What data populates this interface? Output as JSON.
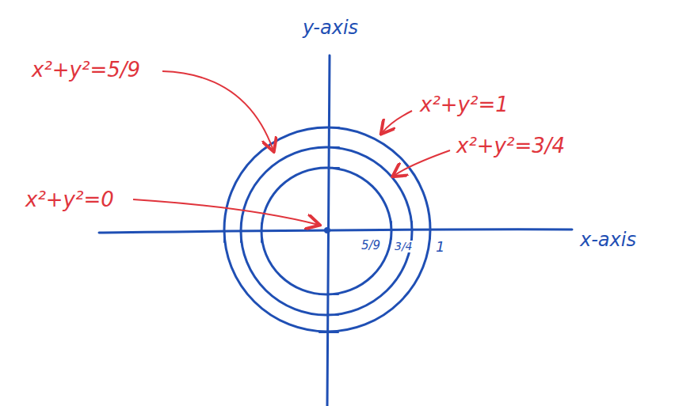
{
  "diagram": {
    "labels": [
      "y-axis",
      "x²+y²=5/9",
      "x²+y²=1",
      "x²+y²=3/4",
      "x²+y²=0",
      "5/9",
      "3/4",
      "1",
      "x-axis"
    ]
  }
}
